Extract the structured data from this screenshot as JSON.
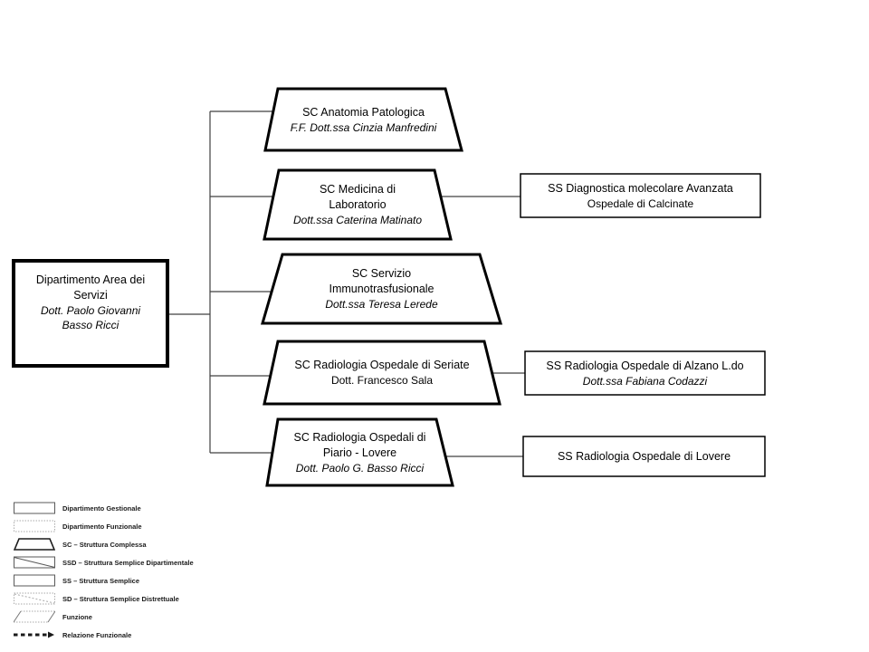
{
  "org_chart": {
    "root": {
      "title": "Dipartimento Area dei\nServizi",
      "manager": "Dott. Paolo Giovanni\nBasso Ricci"
    },
    "sc_nodes": [
      {
        "title": "SC Anatomia Patologica",
        "manager": "F.F. Dott.ssa Cinzia Manfredini"
      },
      {
        "title": "SC Medicina di\nLaboratorio",
        "manager": "Dott.ssa Caterina Matinato"
      },
      {
        "title": "SC Servizio\nImmunotrasfusionale",
        "manager": "Dott.ssa Teresa Lerede"
      },
      {
        "title": "SC Radiologia Ospedale di Seriate",
        "manager": "Dott. Francesco Sala"
      },
      {
        "title": "SC Radiologia Ospedali di\nPiario - Lovere",
        "manager": "Dott. Paolo G. Basso Ricci"
      }
    ],
    "ss_nodes": [
      {
        "title": "SS Diagnostica molecolare Avanzata",
        "subtitle": "Ospedale di Calcinate"
      },
      {
        "title": "SS Radiologia Ospedale di Alzano L.do",
        "subtitle": "Dott.ssa Fabiana Codazzi"
      },
      {
        "title": "SS Radiologia Ospedale di Lovere"
      }
    ]
  },
  "legend": {
    "items": [
      {
        "shape": "rect-solid",
        "label": "Dipartimento Gestionale"
      },
      {
        "shape": "rect-dotted",
        "label": "Dipartimento Funzionale"
      },
      {
        "shape": "trapezoid",
        "label": "SC – Struttura Complessa"
      },
      {
        "shape": "rect-diagonal",
        "label": "SSD – Struttura Semplice Dipartimentale"
      },
      {
        "shape": "rect-solid",
        "label": "SS – Struttura Semplice"
      },
      {
        "shape": "rect-dotted-diagonal",
        "label": "SD – Struttura Semplice Distrettuale"
      },
      {
        "shape": "parallelogram-dotted",
        "label": "Funzione"
      },
      {
        "shape": "dashed-arrow-line",
        "label": "Relazione Funzionale"
      }
    ]
  },
  "colors": {
    "node_border": "#000000",
    "connector": "#404040",
    "legend_stroke": "#595959",
    "background": "#ffffff"
  }
}
